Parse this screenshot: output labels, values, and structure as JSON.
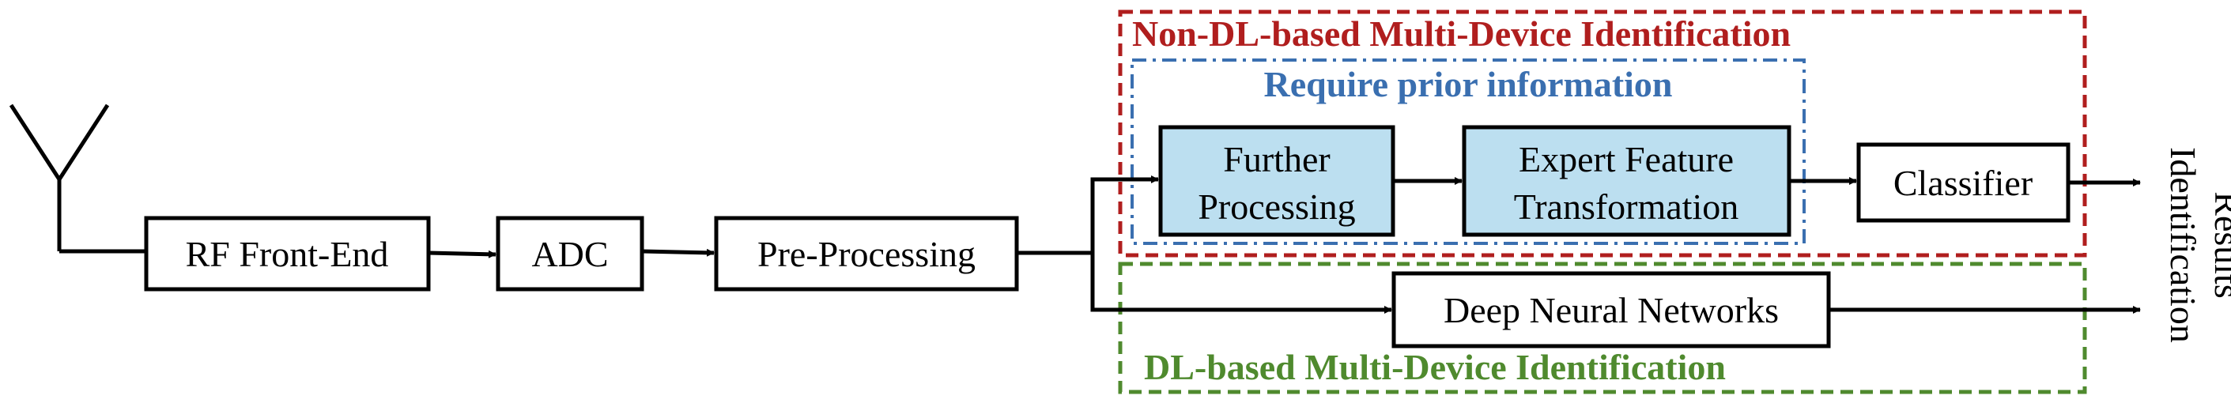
{
  "colors": {
    "non_dl_group": "#b01e1e",
    "dl_group": "#4f8a2e",
    "prior_info_group": "#3a6fb0",
    "highlight_box_fill": "#bcdff0",
    "line": "#000000"
  },
  "icons": {
    "antenna": "antenna-icon"
  },
  "blocks": {
    "rf_front_end": "RF Front-End",
    "adc": "ADC",
    "pre_processing": "Pre-Processing",
    "further_processing": [
      "Further",
      "Processing"
    ],
    "expert_feature_transformation": [
      "Expert Feature",
      "Transformation"
    ],
    "classifier": "Classifier",
    "deep_neural_networks": "Deep Neural Networks"
  },
  "groups": {
    "non_dl": "Non-DL-based Multi-Device Identification",
    "prior_info": "Require prior information",
    "dl": "DL-based Multi-Device Identification"
  },
  "output": [
    "Identification",
    "Results"
  ]
}
